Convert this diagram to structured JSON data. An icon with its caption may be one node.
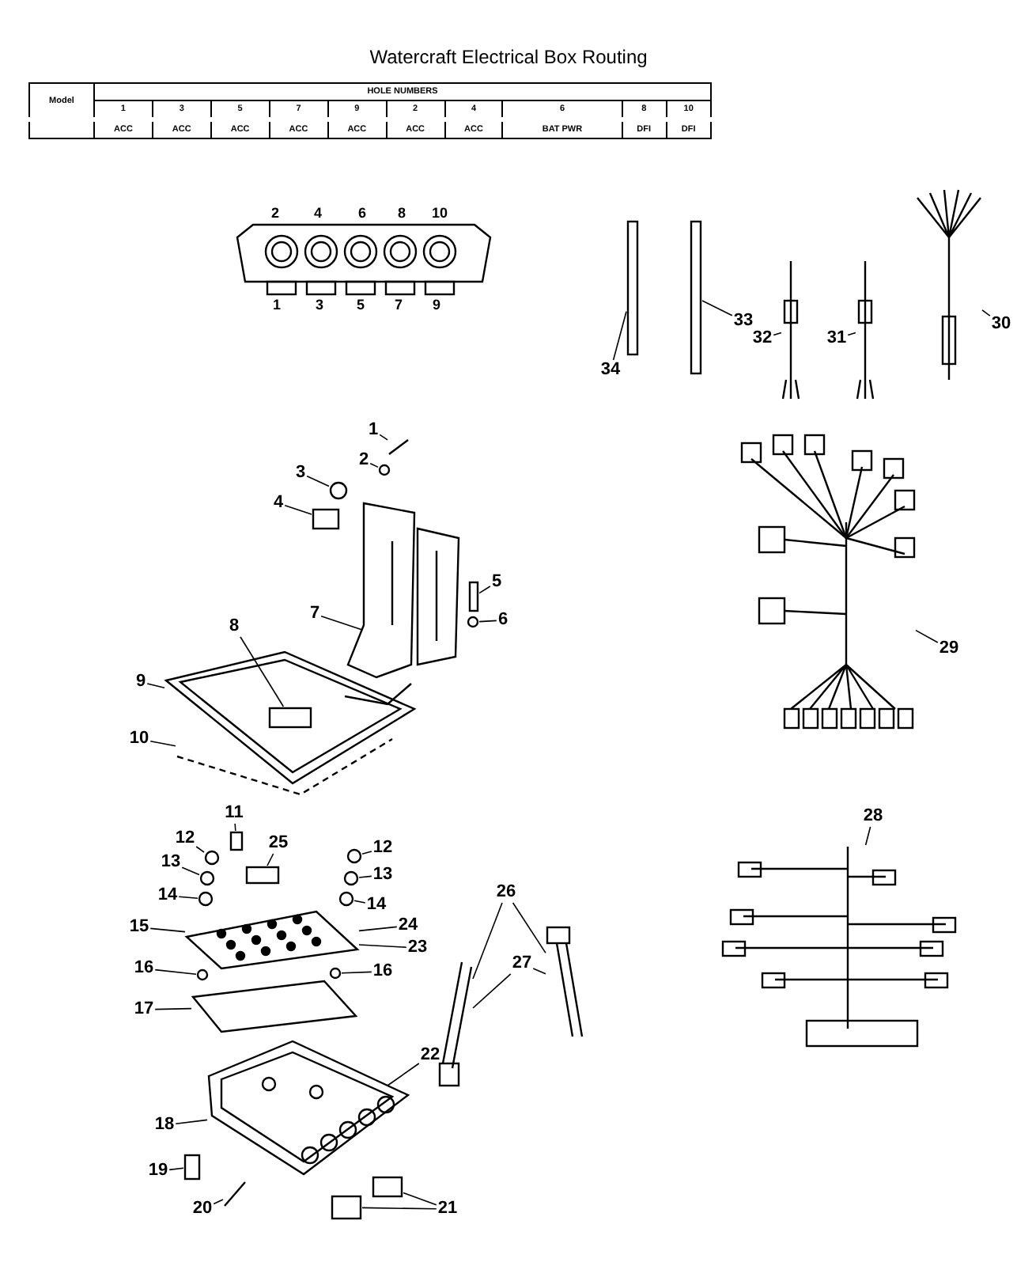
{
  "diagram": {
    "title": "Watercraft Electrical Box Routing",
    "nodes": [
      {
        "text": [
          "1"
        ]
      },
      {
        "text": [
          "2"
        ]
      },
      {
        "text": [
          "3"
        ]
      },
      {
        "text": [
          "4"
        ]
      },
      {
        "text": [
          "5"
        ]
      },
      {
        "text": [
          "6"
        ]
      },
      {
        "text": [
          "7"
        ]
      },
      {
        "text": [
          "8"
        ]
      },
      {
        "text": [
          "9"
        ]
      },
      {
        "text": [
          "10"
        ]
      },
      {
        "text": [
          "11"
        ]
      },
      {
        "text": [
          "12"
        ]
      },
      {
        "text": [
          "13"
        ]
      },
      {
        "text": [
          "14"
        ]
      },
      {
        "text": [
          "15"
        ]
      },
      {
        "text": [
          "25"
        ]
      },
      {
        "text": [
          "12"
        ]
      },
      {
        "text": [
          "13"
        ]
      },
      {
        "text": [
          "14"
        ]
      },
      {
        "text": [
          "24"
        ]
      },
      {
        "text": [
          "23"
        ]
      },
      {
        "text": [
          "16"
        ]
      },
      {
        "text": [
          "17"
        ]
      },
      {
        "text": [
          "16"
        ]
      },
      {
        "text": [
          "22"
        ]
      },
      {
        "text": [
          "18"
        ]
      },
      {
        "text": [
          "19"
        ]
      },
      {
        "text": [
          "20"
        ]
      },
      {
        "text": [
          "21"
        ]
      },
      {
        "text": [
          "26"
        ]
      },
      {
        "text": [
          "27"
        ]
      },
      {
        "text": [
          "28"
        ]
      },
      {
        "text": [
          "29"
        ]
      },
      {
        "text": [
          "30"
        ]
      },
      {
        "text": [
          "31"
        ]
      },
      {
        "text": [
          "32"
        ]
      },
      {
        "text": [
          "33"
        ]
      },
      {
        "text": [
          "34"
        ]
      },
      {
        "text": [],
        "shape": "picture"
      },
      {
        "text": [],
        "shape": "circle"
      },
      {
        "text": [],
        "shape": "circle"
      },
      {
        "text": [],
        "shape": "box"
      },
      {
        "text": [],
        "shape": "box"
      },
      {
        "text": [],
        "shape": "circle"
      },
      {
        "text": [],
        "shape": "picture"
      },
      {
        "text": [],
        "shape": "picture"
      },
      {
        "text": [],
        "shape": "box",
        "in": 45
      },
      {
        "text": [],
        "shape": "picture"
      },
      {
        "text": [],
        "shape": "box"
      },
      {
        "text": [],
        "shape": "circle"
      },
      {
        "text": [],
        "shape": "circle"
      },
      {
        "text": [],
        "shape": "circle"
      },
      {
        "text": [],
        "shape": "picture"
      },
      {
        "text": [],
        "shape": "box"
      },
      {
        "text": [],
        "shape": "circle"
      },
      {
        "text": [],
        "shape": "circle"
      },
      {
        "text": [],
        "shape": "circle"
      },
      {
        "text": [],
        "shape": "circle"
      },
      {
        "text": [],
        "shape": "picture"
      },
      {
        "text": [],
        "shape": "circle"
      },
      {
        "text": [],
        "shape": "picture"
      },
      {
        "text": [],
        "shape": "box"
      },
      {
        "text": [],
        "shape": "picture"
      },
      {
        "text": [],
        "shape": "box"
      },
      {
        "text": [],
        "shape": "box"
      },
      {
        "text": [],
        "shape": "picture"
      },
      {
        "text": [],
        "shape": "picture"
      },
      {
        "text": [],
        "shape": "picture"
      },
      {
        "text": [],
        "shape": "picture"
      },
      {
        "text": [],
        "shape": "picture"
      },
      {
        "text": [],
        "shape": "picture"
      },
      {
        "text": [],
        "shape": "picture"
      },
      {
        "text": [],
        "shape": "box"
      },
      {
        "text": [],
        "shape": "box"
      }
    ],
    "edges": [
      {
        "from": 0,
        "to": 38,
        "arrow": "none"
      },
      {
        "from": 1,
        "to": 39,
        "arrow": "none"
      },
      {
        "from": 2,
        "to": 40,
        "arrow": "none"
      },
      {
        "from": 3,
        "to": 41,
        "arrow": "none"
      },
      {
        "from": 4,
        "to": 42,
        "arrow": "none"
      },
      {
        "from": 5,
        "to": 43,
        "arrow": "none"
      },
      {
        "from": 6,
        "to": 44,
        "arrow": "none"
      },
      {
        "from": 7,
        "to": 46,
        "arrow": "none"
      },
      {
        "from": 8,
        "to": 45,
        "arrow": "none"
      },
      {
        "from": 9,
        "to": 47,
        "arrow": "none"
      },
      {
        "from": 10,
        "to": 48,
        "arrow": "none"
      },
      {
        "from": 11,
        "to": 49,
        "arrow": "none"
      },
      {
        "from": 12,
        "to": 50,
        "arrow": "none"
      },
      {
        "from": 13,
        "to": 51,
        "arrow": "none"
      },
      {
        "from": 14,
        "to": 52,
        "arrow": "none"
      },
      {
        "from": 15,
        "to": 53,
        "arrow": "none"
      },
      {
        "from": 16,
        "to": 54,
        "arrow": "none"
      },
      {
        "from": 17,
        "to": 55,
        "arrow": "none"
      },
      {
        "from": 18,
        "to": 56,
        "arrow": "none"
      },
      {
        "from": 19,
        "to": 52,
        "arrow": "none"
      },
      {
        "from": 20,
        "to": 52,
        "arrow": "none"
      },
      {
        "from": 21,
        "to": 57,
        "arrow": "none"
      },
      {
        "from": 22,
        "to": 58,
        "arrow": "none"
      },
      {
        "from": 23,
        "to": 59,
        "arrow": "none"
      },
      {
        "from": 24,
        "to": 60,
        "arrow": "none"
      },
      {
        "from": 25,
        "to": 60,
        "arrow": "none"
      },
      {
        "from": 26,
        "to": 61,
        "arrow": "none"
      },
      {
        "from": 27,
        "to": 62,
        "arrow": "none"
      },
      {
        "from": 28,
        "to": 63,
        "arrow": "none"
      },
      {
        "from": 28,
        "to": 64,
        "arrow": "none"
      },
      {
        "from": 29,
        "to": 65,
        "arrow": "none"
      },
      {
        "from": 29,
        "to": 66,
        "arrow": "none"
      },
      {
        "from": 30,
        "to": 65,
        "arrow": "none"
      },
      {
        "from": 30,
        "to": 66,
        "arrow": "none"
      },
      {
        "from": 31,
        "to": 67,
        "arrow": "none"
      },
      {
        "from": 32,
        "to": 68,
        "arrow": "none"
      },
      {
        "from": 33,
        "to": 69,
        "arrow": "none"
      },
      {
        "from": 34,
        "to": 70,
        "arrow": "none"
      },
      {
        "from": 35,
        "to": 71,
        "arrow": "none"
      },
      {
        "from": 36,
        "to": 72,
        "arrow": "none"
      },
      {
        "from": 37,
        "to": 73,
        "arrow": "none"
      }
    ],
    "labels": [
      "Model",
      "HOLE NUMBERS",
      "1",
      "3",
      "5",
      "7",
      "9",
      "2",
      "4",
      "6",
      "8",
      "10",
      "ACC",
      "ACC",
      "ACC",
      "ACC",
      "ACC",
      "ACC",
      "ACC",
      "BAT PWR",
      "DFI",
      "DFI",
      "2",
      "4",
      "6",
      "8",
      "10",
      "1",
      "3",
      "5",
      "7",
      "9"
    ]
  }
}
